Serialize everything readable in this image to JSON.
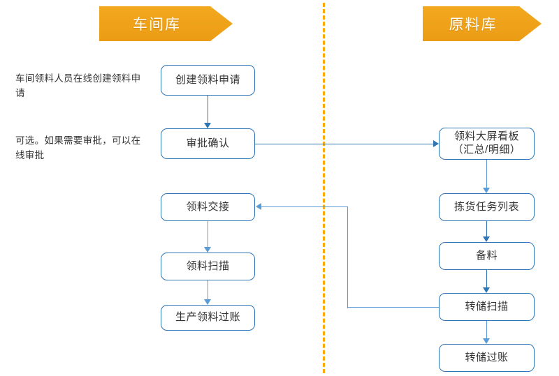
{
  "diagram": {
    "title_left": "车间库",
    "title_right": "原料库",
    "divider": {
      "style": "dashed",
      "color": "#ffa800",
      "orientation": "vertical"
    },
    "colors": {
      "banner_fill": "#efa21c",
      "banner_text": "#ffffff",
      "node_border": "#2e75b6",
      "node_fill": "#ffffff",
      "node_text": "#333333",
      "connector": "#2e75b6",
      "connector_light": "#5b9bd5",
      "divider": "#ffa800"
    }
  },
  "banners": [
    {
      "label": "车间库",
      "lane": "left"
    },
    {
      "label": "原料库",
      "lane": "right"
    }
  ],
  "notes": [
    {
      "text": "车间领料人员在线创建领料申请"
    },
    {
      "text": "可选。如果需要审批，可以在线审批"
    }
  ],
  "lanes": {
    "left": {
      "label": "车间库",
      "nodes": [
        {
          "id": "create-request",
          "label": "创建领料申请"
        },
        {
          "id": "approval-confirm",
          "label": "审批确认"
        },
        {
          "id": "material-handover",
          "label": "领料交接"
        },
        {
          "id": "material-scan",
          "label": "领料扫描"
        },
        {
          "id": "production-posting",
          "label": "生产领料过账"
        }
      ]
    },
    "right": {
      "label": "原料库",
      "nodes": [
        {
          "id": "dashboard",
          "label": "领料大屏看板",
          "label2": "（汇总/明细）"
        },
        {
          "id": "pick-task-list",
          "label": "拣货任务列表"
        },
        {
          "id": "prepare-material",
          "label": "备料"
        },
        {
          "id": "transfer-scan",
          "label": "转储扫描"
        },
        {
          "id": "transfer-posting",
          "label": "转储过账"
        }
      ]
    }
  },
  "connections": [
    {
      "from": "create-request",
      "to": "approval-confirm",
      "direction": "down"
    },
    {
      "from": "approval-confirm",
      "to": "dashboard",
      "direction": "right"
    },
    {
      "from": "dashboard",
      "to": "pick-task-list",
      "direction": "down"
    },
    {
      "from": "pick-task-list",
      "to": "prepare-material",
      "direction": "down"
    },
    {
      "from": "prepare-material",
      "to": "transfer-scan",
      "direction": "down"
    },
    {
      "from": "transfer-scan",
      "to": "transfer-posting",
      "direction": "down"
    },
    {
      "from": "transfer-scan",
      "to": "material-handover",
      "direction": "left"
    },
    {
      "from": "material-handover",
      "to": "material-scan",
      "direction": "down"
    },
    {
      "from": "material-scan",
      "to": "production-posting",
      "direction": "down"
    }
  ]
}
